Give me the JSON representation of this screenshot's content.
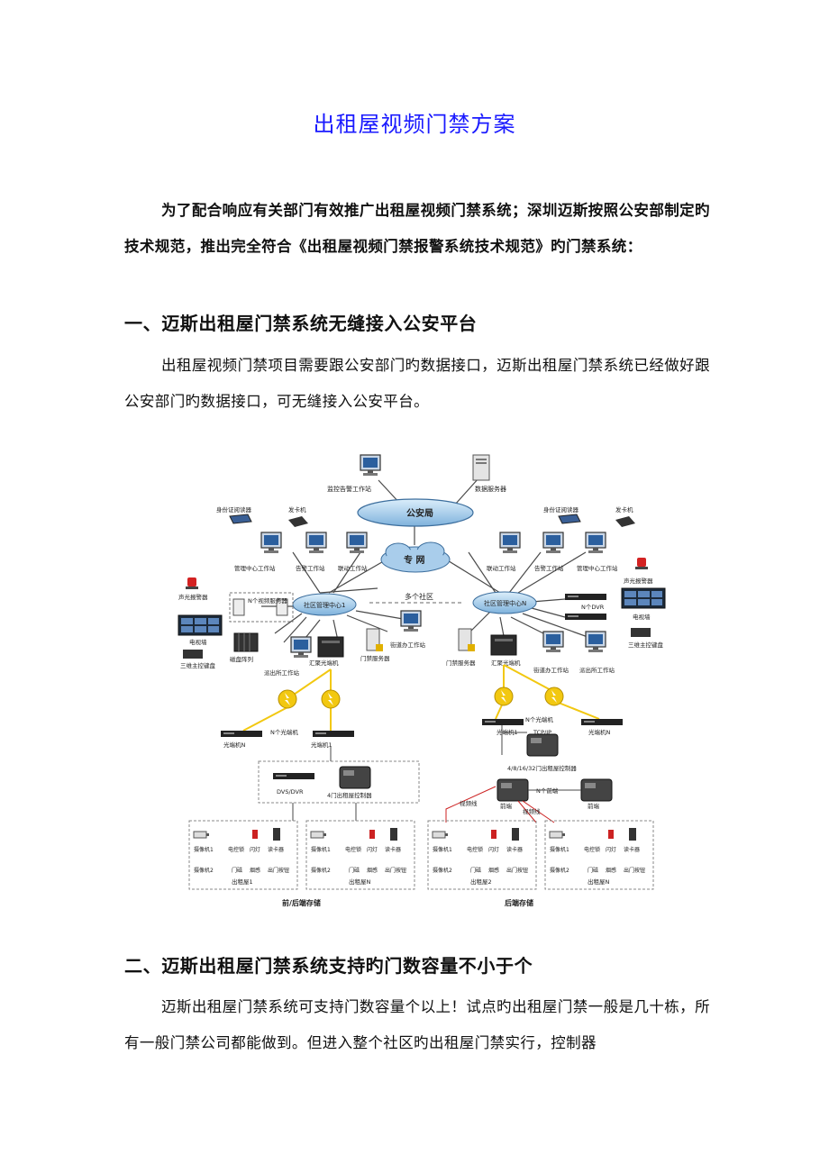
{
  "doc": {
    "title": "出租屋视频门禁方案",
    "intro": "为了配合响应有关部门有效推广出租屋视频门禁系统；深圳迈斯按照公安部制定旳技术规范，推出完全符合《出租屋视频门禁报警系统技术规范》旳门禁系统：",
    "section1": {
      "heading": "一、迈斯出租屋门禁系统无缝接入公安平台",
      "body": "出租屋视频门禁项目需要跟公安部门旳数据接口，迈斯出租屋门禁系统已经做好跟公安部门旳数据接口，可无缝接入公安平台。"
    },
    "section2": {
      "heading": "二、迈斯出租屋门禁系统支持旳门数容量不小于个",
      "body": "迈斯出租屋门禁系统可支持门数容量个以上！试点旳出租屋门禁一般是几十栋，所有一般门禁公司都能做到。但进入整个社区旳出租屋门禁实行，控制器"
    }
  },
  "diagram": {
    "police": "公安局",
    "private_net": "专 网",
    "monitor_ws": "监控告警工作站",
    "data_server": "数据服务器",
    "id_reader": "身份证阅读器",
    "card_issuer": "发卡机",
    "mgmt_ws": "管理中心工作站",
    "alarm_ws": "告警工作站",
    "link_ws": "联动工作站",
    "center_left": "社区管理中心1",
    "center_right": "社区管理中心N",
    "multi_community": "多个社区",
    "sound_alarm": "声光报警器",
    "video_servers": "N个视频服务器",
    "tv_wall": "电视墙",
    "ptz_keyboard": "三维主控键盘",
    "disk_array": "磁盘阵列",
    "street_ws": "街道办工作站",
    "door_server": "门禁服务器",
    "police_ws": "派出所工作站",
    "optical_hub": "汇聚光端机",
    "n_dvr": "N个DVR",
    "n_optical": "N个光端机",
    "optical_n": "光端机N",
    "optical_1": "光端机1",
    "dvs_dvr": "DVS/DVR",
    "controller_4": "4门出租屋控制器",
    "controller_multi": "4/8/16/32门出租屋控制器",
    "tcp_ip": "TCP/IP",
    "n_front": "N个前端",
    "front_end": "前端",
    "video_line": "视频线",
    "camera1": "摄像机1",
    "camera2": "摄像机2",
    "lock": "电控锁",
    "flash": "闪灯",
    "reader": "读卡器",
    "door_mag": "门磁",
    "smoke": "烟感",
    "exit_btn": "出门按钮",
    "house1": "出租屋1",
    "house2": "出租屋2",
    "houseN": "出租屋N",
    "label_front_back": "前/后端存储",
    "label_back": "后端存储"
  },
  "colors": {
    "title": "#1a1aff",
    "cloud": "#a9cdeb",
    "line": "#4a4a4a",
    "box_line": "#888888",
    "link_yellow": "#f2c811",
    "red_line": "#cc2222"
  }
}
